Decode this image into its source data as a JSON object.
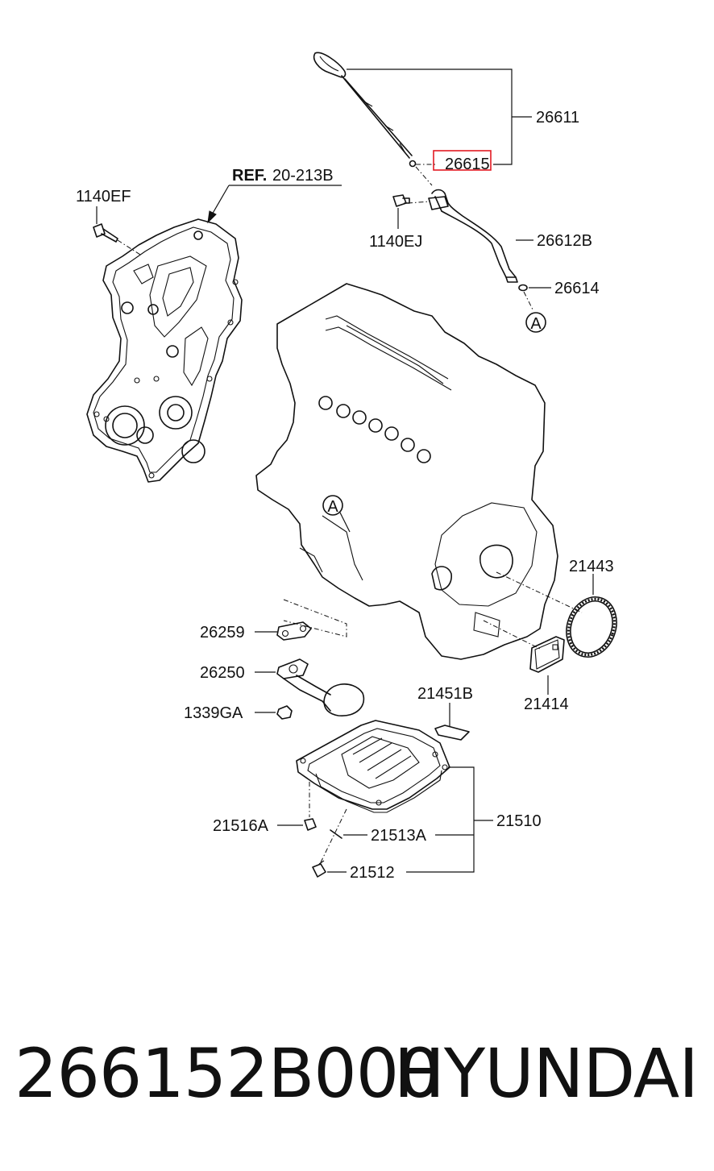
{
  "labels": {
    "p26611": "26611",
    "p26615": "26615",
    "p1140EJ": "1140EJ",
    "p26612B": "26612B",
    "p26614": "26614",
    "p1140EF": "1140EF",
    "ref_bold": "REF.",
    "ref_num": "20-213B",
    "p21443": "21443",
    "p26259": "26259",
    "p26250": "26250",
    "p1339GA": "1339GA",
    "p21414": "21414",
    "p21451B": "21451B",
    "p21510": "21510",
    "p21516A": "21516A",
    "p21513A": "21513A",
    "p21512": "21512",
    "callout_a_top": "A",
    "callout_a_engine": "A"
  },
  "footer": {
    "part_number": "266152B000",
    "brand": "HYUNDAI"
  },
  "colors": {
    "highlight": "#e31b23",
    "ink": "#111111"
  }
}
